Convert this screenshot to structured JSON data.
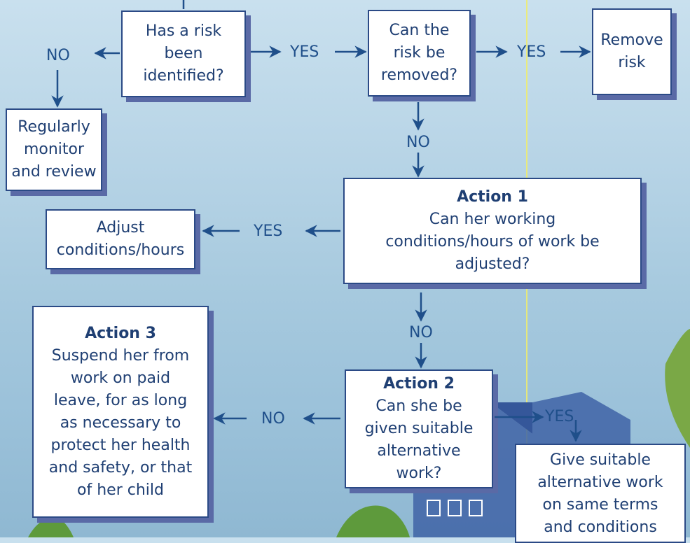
{
  "boxes": {
    "risk_identified": {
      "lines": [
        "Has a risk",
        "been",
        "identified?"
      ]
    },
    "risk_removed": {
      "lines": [
        "Can the",
        "risk be",
        "removed?"
      ]
    },
    "remove_risk": {
      "lines": [
        "Remove",
        "risk"
      ]
    },
    "monitor": {
      "lines": [
        "Regularly",
        "monitor",
        "and review"
      ]
    },
    "action1": {
      "title": "Action 1",
      "lines": [
        "Can her working",
        "conditions/hours of work be",
        "adjusted?"
      ]
    },
    "adjust": {
      "lines": [
        "Adjust",
        "conditions/hours"
      ]
    },
    "action2": {
      "title": "Action 2",
      "lines": [
        "Can she be",
        "given suitable",
        "alternative",
        "work?"
      ]
    },
    "action3": {
      "title": "Action 3",
      "lines": [
        "Suspend her from",
        "work on paid",
        "leave, for as long",
        "as necessary to",
        "protect her health",
        "and safety, or that",
        "of her child"
      ]
    },
    "give_work": {
      "lines": [
        "Give suitable",
        "alternative work",
        "on same terms",
        "and conditions"
      ]
    }
  },
  "labels": {
    "no_1": "NO",
    "yes_1": "YES",
    "yes_2": "YES",
    "no_2": "NO",
    "yes_3": "YES",
    "no_3": "NO",
    "no_4": "NO",
    "yes_4": "YES"
  },
  "colors": {
    "box_border": "#2b4a86",
    "box_shadow": "#5a6aa6",
    "text": "#1f3f73",
    "arrow": "#1f4f8a"
  }
}
